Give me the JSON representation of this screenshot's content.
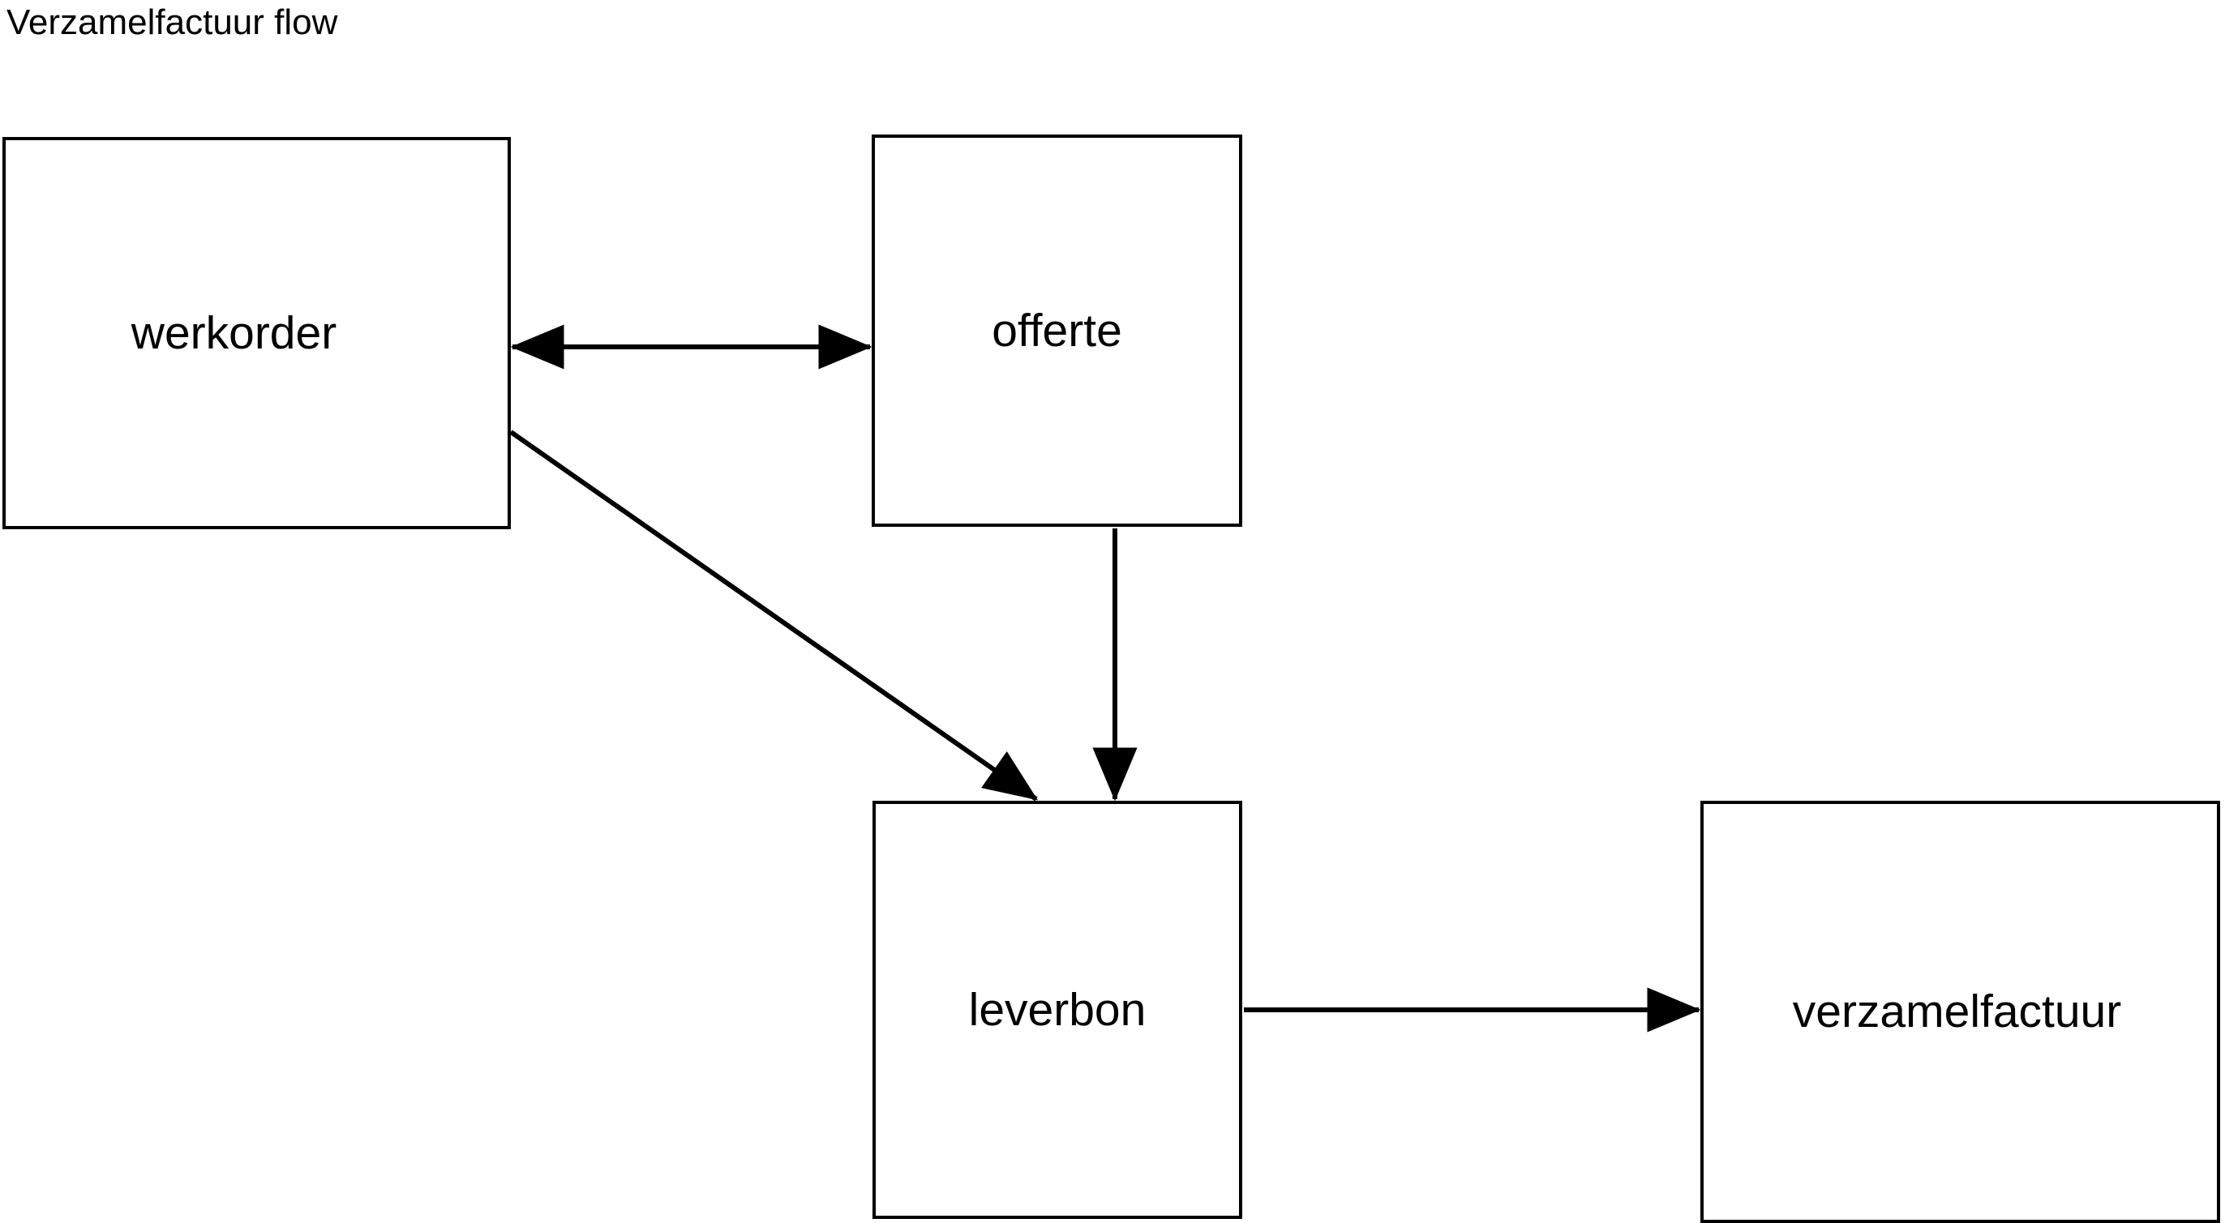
{
  "diagram": {
    "title": "Verzamelfactuur flow",
    "background_color": "#ffffff",
    "stroke_color": "#000000",
    "text_color": "#000000"
  },
  "nodes": [
    {
      "id": "werkorder",
      "label": "werkorder",
      "shape": "rectangle"
    },
    {
      "id": "offerte",
      "label": "offerte",
      "shape": "rectangle"
    },
    {
      "id": "leverbon",
      "label": "leverbon",
      "shape": "rectangle"
    },
    {
      "id": "verzamelfactuur",
      "label": "verzamelfactuur",
      "shape": "rectangle"
    }
  ],
  "edges": [
    {
      "id": "werkorder-offerte",
      "from": "werkorder",
      "to": "offerte",
      "direction": "bidirectional",
      "style": "straight-horizontal",
      "label": ""
    },
    {
      "id": "werkorder-leverbon",
      "from": "werkorder",
      "to": "leverbon",
      "direction": "forward",
      "style": "diagonal",
      "label": ""
    },
    {
      "id": "offerte-leverbon",
      "from": "offerte",
      "to": "leverbon",
      "direction": "forward",
      "style": "straight-vertical",
      "label": ""
    },
    {
      "id": "leverbon-verzamelfactuur",
      "from": "leverbon",
      "to": "verzamelfactuur",
      "direction": "forward",
      "style": "straight-horizontal",
      "label": ""
    }
  ]
}
